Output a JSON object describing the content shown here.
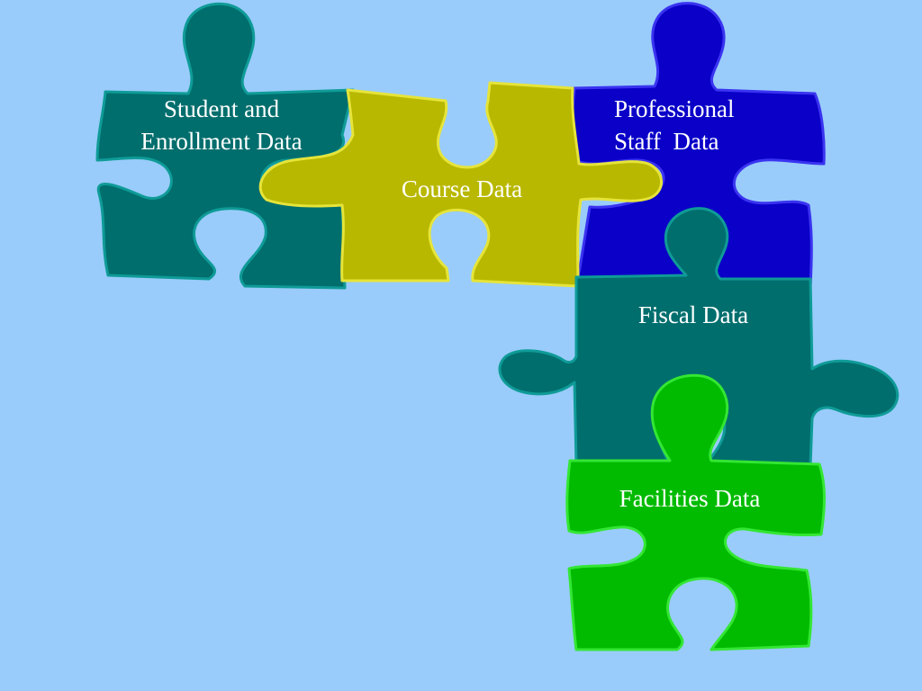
{
  "background": "#99ccfa",
  "pieces": {
    "student": {
      "lines": [
        "Student and",
        "Enrollment Data"
      ],
      "color": "#006e6d",
      "edge": "#0f9b97"
    },
    "course": {
      "lines": [
        "Course Data"
      ],
      "color": "#b8b800",
      "edge": "#e6e43a"
    },
    "professional": {
      "lines": [
        "Professional",
        "Staff  Data"
      ],
      "color": "#0a00c8",
      "edge": "#3a33f0"
    },
    "fiscal": {
      "lines": [
        "Fiscal Data"
      ],
      "color": "#006e6d",
      "edge": "#0f9b97"
    },
    "facilities": {
      "lines": [
        "Facilities Data"
      ],
      "color": "#00bb00",
      "edge": "#33e633"
    }
  }
}
